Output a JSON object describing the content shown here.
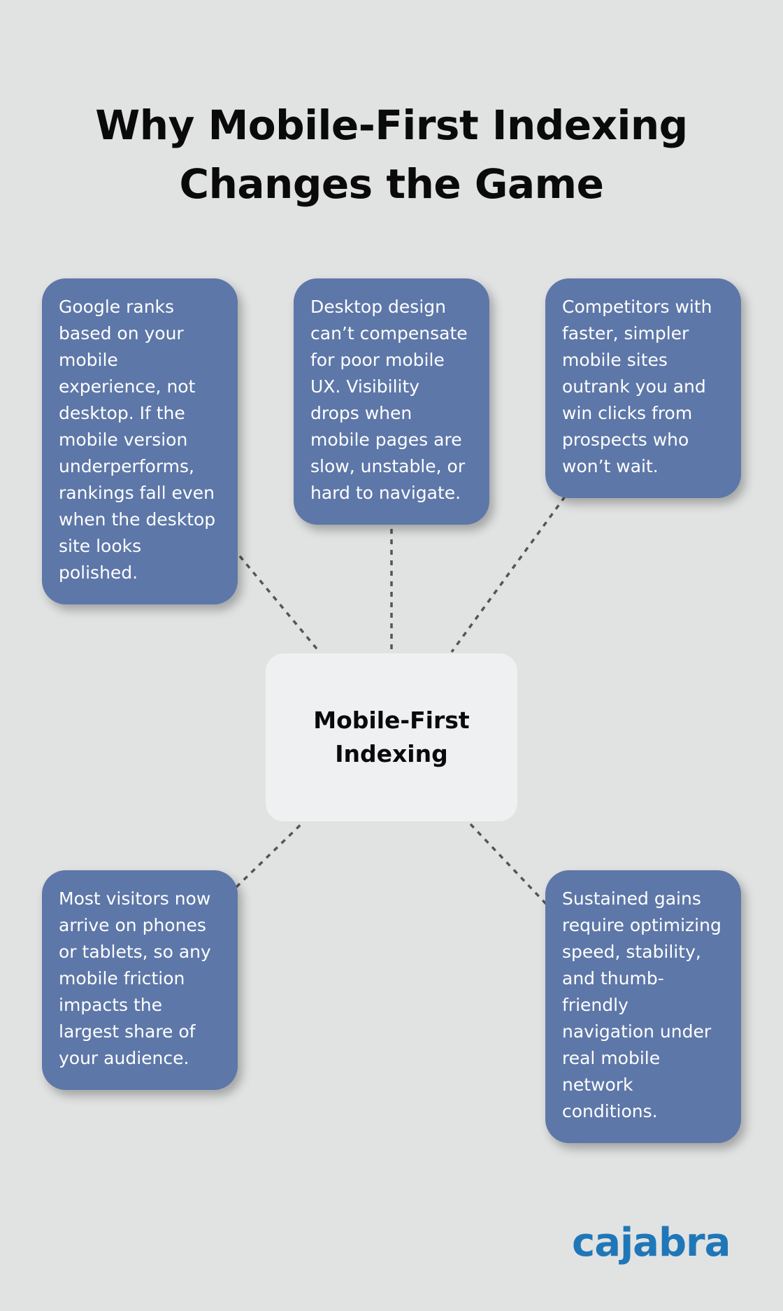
{
  "title": {
    "line1": "Why Mobile-First Indexing",
    "line2": "Changes the Game"
  },
  "hub": {
    "label": "Mobile-First Indexing"
  },
  "cards": [
    {
      "id": "mobile-experience",
      "text": "Google ranks based on your mobile experience, not desktop. If the mobile version underperforms, rankings fall even when the desktop site looks polished."
    },
    {
      "id": "desktop-design",
      "text": "Desktop design can’t compensate for poor mobile UX. Visibility drops when mobile pages are slow, unstable, or hard to navigate."
    },
    {
      "id": "competitors",
      "text": "Competitors with faster, simpler mobile sites outrank you and win clicks from prospects who won’t wait."
    },
    {
      "id": "visitors",
      "text": "Most visitors now arrive on phones or tablets, so any mobile friction impacts the largest share of your audience."
    },
    {
      "id": "sustained-gains",
      "text": "Sustained gains require optimizing speed, stability, and thumb-friendly navigation under real mobile network conditions."
    }
  ],
  "brand": {
    "logo_text": "cajabra",
    "logo_color": "#1f77b8"
  },
  "colors": {
    "background": "#e1e2e2",
    "card": "#5d77a8",
    "hub": "#eff0f2",
    "connector": "#555555"
  }
}
